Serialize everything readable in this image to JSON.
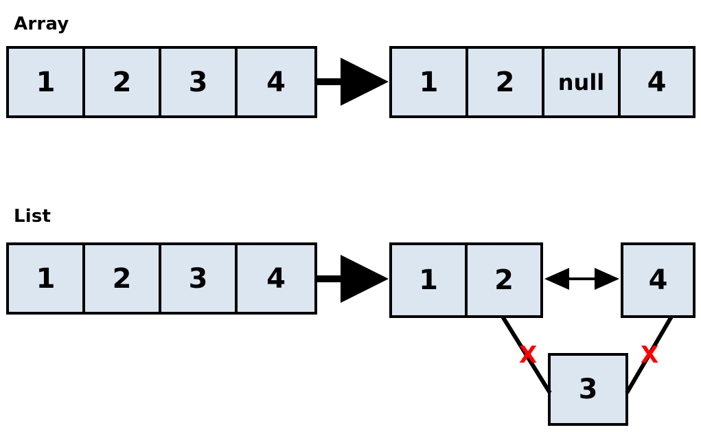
{
  "diagram": {
    "title_array": "Array",
    "title_list": "List",
    "accent_fill": "#dce6f1",
    "stroke": "#000000",
    "mark_color": "#ff0000",
    "background": "#ffffff"
  },
  "array_section": {
    "label": "Array",
    "before": {
      "name": "array-before",
      "cells": [
        "1",
        "2",
        "3",
        "4"
      ]
    },
    "arrow": {
      "name": "transform-arrow",
      "kind": "single-headed-right-arrow"
    },
    "after": {
      "name": "array-after",
      "cells": [
        "1",
        "2",
        "null",
        "4"
      ]
    }
  },
  "list_section": {
    "label": "List",
    "before": {
      "name": "list-before",
      "cells": [
        "1",
        "2",
        "3",
        "4"
      ]
    },
    "arrow": {
      "name": "transform-arrow",
      "kind": "single-headed-right-arrow"
    },
    "after": {
      "name": "list-after",
      "head_cells": [
        "1",
        "2"
      ],
      "tail_cell": "4",
      "detached_node": "3",
      "link_arrow": {
        "name": "bidirectional-link-arrow",
        "kind": "double-headed-arrow"
      },
      "broken_links": [
        {
          "name": "broken-link-left",
          "marker": "X"
        },
        {
          "name": "broken-link-right",
          "marker": "X"
        }
      ]
    }
  }
}
